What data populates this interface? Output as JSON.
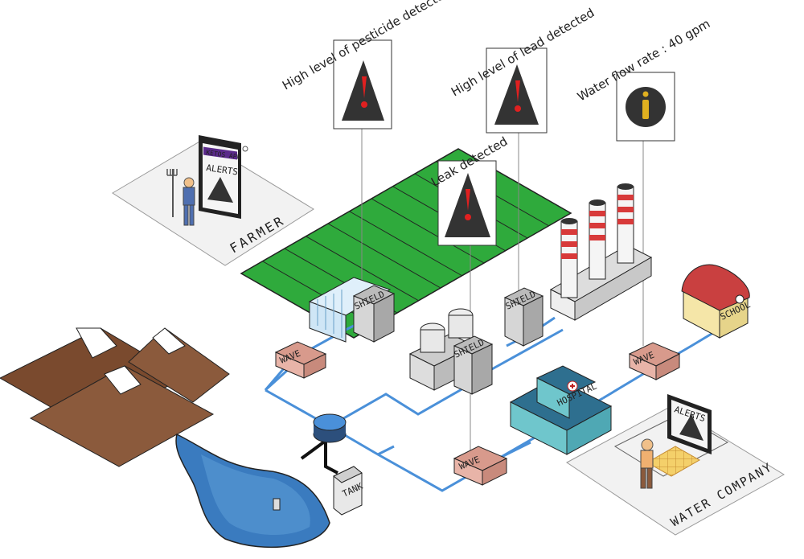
{
  "alerts": {
    "pesticide": "High level of pesticide detected",
    "lead": "High level of lead detected",
    "flow": "Water flow rate : 40 gpm",
    "leak": "Leak detected"
  },
  "farmer": {
    "label": "FARMER",
    "app_title": "KETOS APP",
    "alerts_text": "ALERTS"
  },
  "water_company": {
    "label": "WATER COMPANY",
    "alerts_text": "ALERTS"
  },
  "devices": {
    "wave": "WAVE",
    "shield": "SHIELD",
    "tank": "TANK",
    "school": "SCHOOL",
    "hospital": "HOSPITAL"
  },
  "colors": {
    "pipe": "#4a90d9",
    "field": "#2faa3c",
    "mountain": "#8b5a3c",
    "lake": "#3a7bbf",
    "wave_box": "#e8b4a8",
    "shield_box": "#c8c8c8",
    "alert_triangle": "#333333",
    "alert_mark": "#e02020",
    "info_circle": "#e0b020"
  }
}
